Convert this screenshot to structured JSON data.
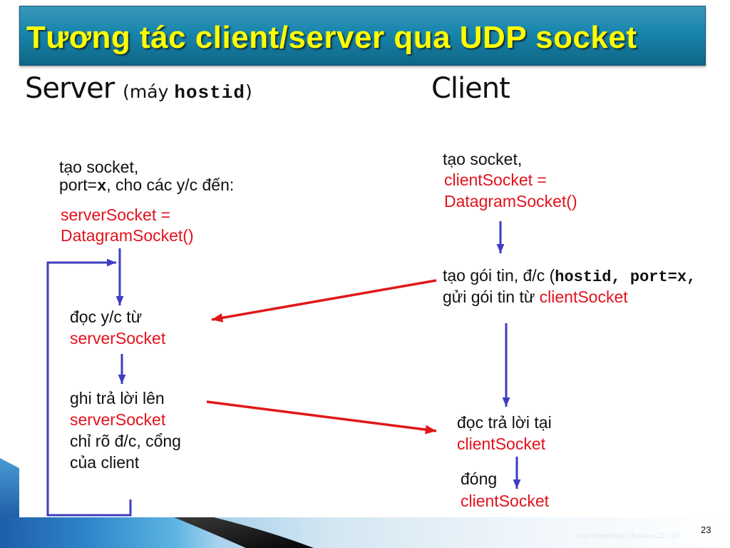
{
  "slide": {
    "title": "Tương tác client/server qua UDP socket",
    "slide_number": "23",
    "footer": "Java Simplified / Session 22 / 23"
  },
  "colors": {
    "title_text": "#ffff00",
    "title_bar": "#1383ab",
    "code_text": "#e3121c",
    "flow_arrow": "#3d3dc2",
    "message_arrow": "#e01818"
  },
  "server": {
    "heading": "Server",
    "host_open": "(máy ",
    "host_code": "hostid",
    "host_close": ")",
    "create": {
      "line1": "tạo socket,",
      "port_label": "port=",
      "port_code": "x",
      "port_rest": ", cho các y/c đến:",
      "code_line1": "serverSocket =",
      "code_line2": "DatagramSocket()"
    },
    "read": {
      "line1": "đọc y/c từ",
      "code": "serverSocket"
    },
    "write": {
      "line1": "ghi trả lời lên",
      "code": "serverSocket",
      "line3": "chỉ rõ đ/c, cổng",
      "line4": "của client"
    }
  },
  "client": {
    "heading": "Client",
    "create": {
      "line1": "tạo socket,",
      "code_line1": "clientSocket =",
      "code_line2": "DatagramSocket()"
    },
    "send": {
      "line1_prefix": "tạo gói tin, đ/c (",
      "line1_code": "hostid, port=x,",
      "line2_prefix": "gửi gói tin từ ",
      "line2_code": "clientSocket"
    },
    "receive": {
      "line1": "đọc trả lời tại",
      "code": "clientSocket"
    },
    "close": {
      "line1": "đóng",
      "code": "clientSocket"
    }
  }
}
